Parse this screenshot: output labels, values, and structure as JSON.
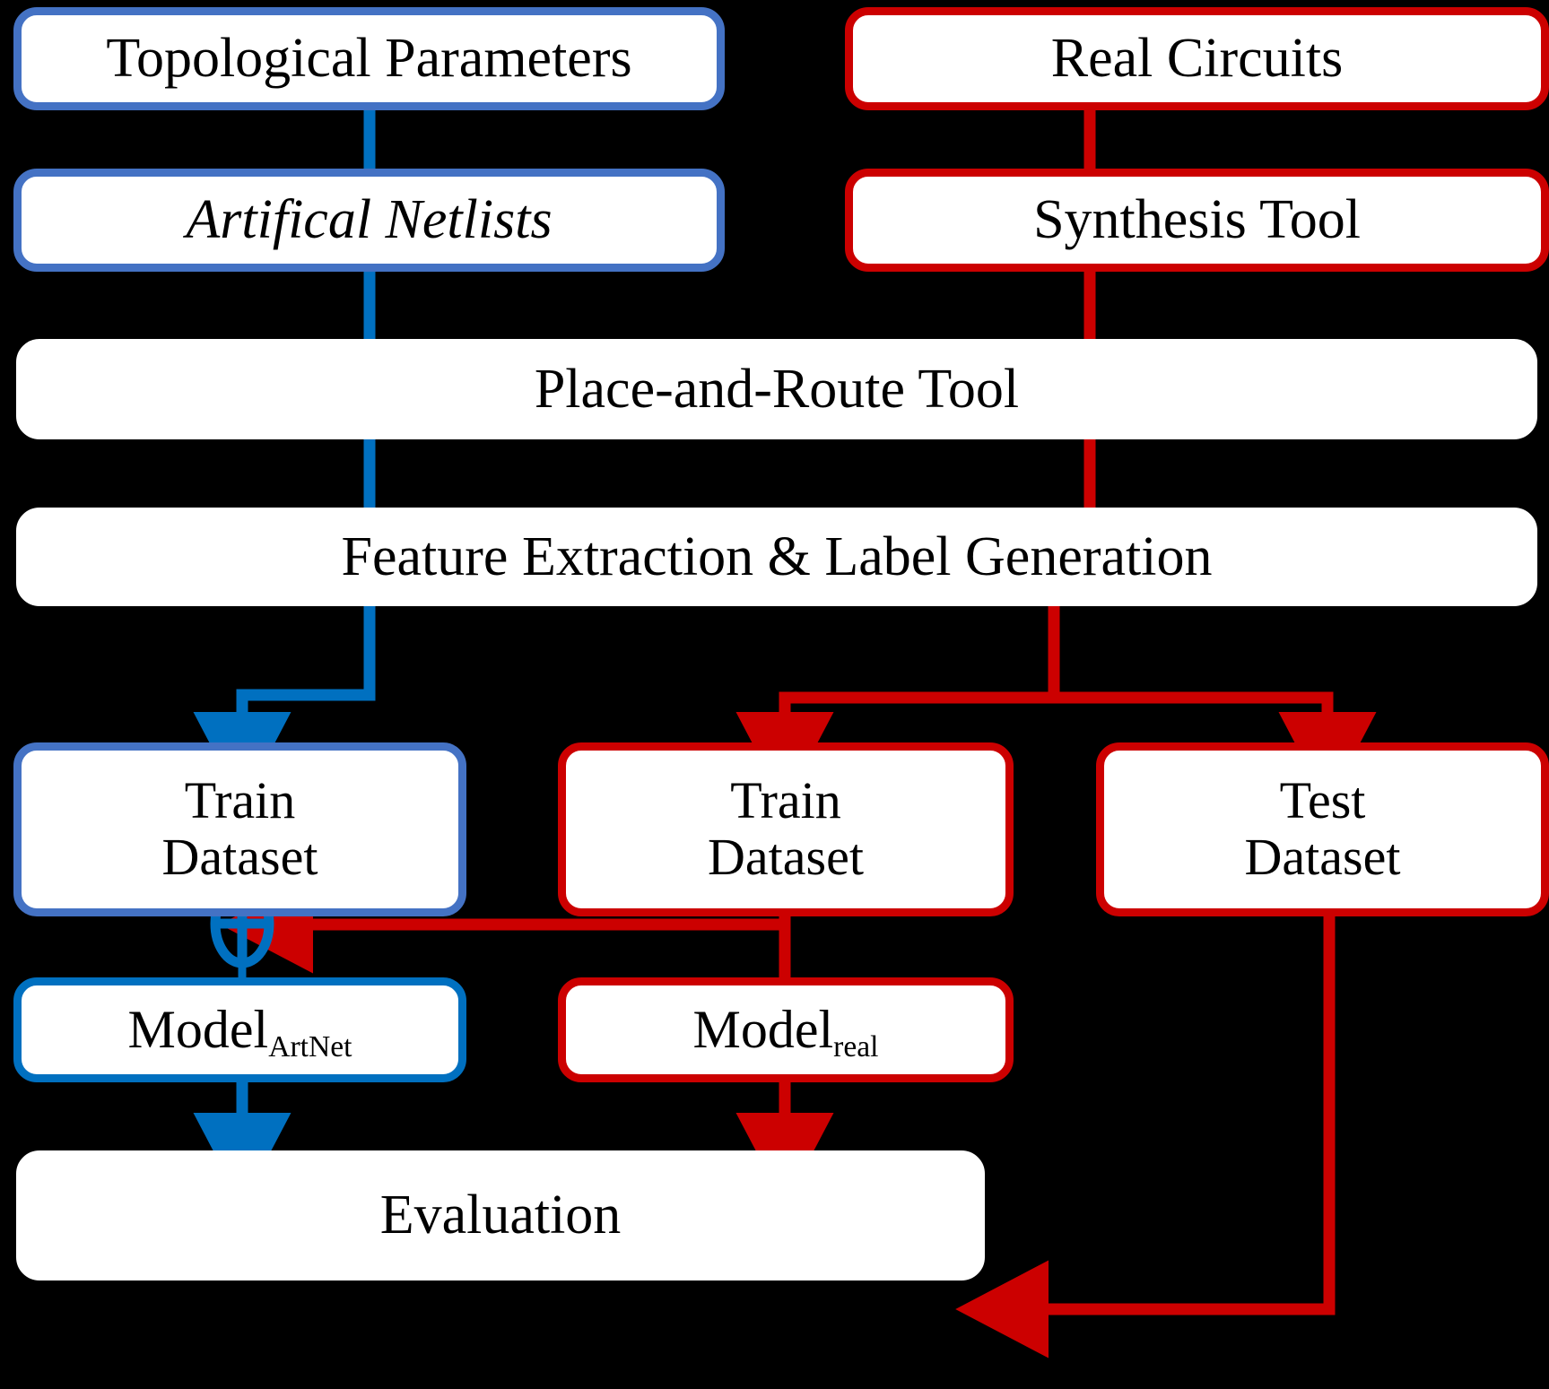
{
  "diagram": {
    "title": "ArtNet training and evaluation flow",
    "colors": {
      "background": "#000000",
      "node_fill": "#ffffff",
      "artificial_flow": "#4472c4",
      "artificial_line": "#0070c0",
      "real_flow": "#cc0000",
      "neutral_border": "#ffffff",
      "text": "#000000"
    },
    "nodes": [
      {
        "id": "topological-parameters",
        "label": "Topological Parameters",
        "style": "blue",
        "italic": false
      },
      {
        "id": "artifical-netlists",
        "label": "Artifical Netlists",
        "style": "blue",
        "italic": true
      },
      {
        "id": "real-circuits",
        "label": "Real Circuits",
        "style": "red",
        "italic": false
      },
      {
        "id": "synthesis-tool",
        "label": "Synthesis Tool",
        "style": "red",
        "italic": false
      },
      {
        "id": "place-and-route-tool",
        "label": "Place-and-Route Tool",
        "style": "white",
        "italic": false
      },
      {
        "id": "feature-extraction",
        "label": "Feature Extraction & Label Generation",
        "style": "white",
        "italic": false
      },
      {
        "id": "train-dataset-artificial",
        "line1": "Train",
        "line2": "Dataset",
        "style": "blue",
        "italic": false
      },
      {
        "id": "train-dataset-real",
        "line1": "Train",
        "line2": "Dataset",
        "style": "red",
        "italic": false
      },
      {
        "id": "test-dataset-real",
        "line1": "Test",
        "line2": "Dataset",
        "style": "red",
        "italic": false
      },
      {
        "id": "model-artnet",
        "base": "Model",
        "sub": "ArtNet",
        "style": "blue2",
        "italic": false
      },
      {
        "id": "model-real",
        "base": "Model",
        "sub": "real",
        "style": "red",
        "italic": false
      },
      {
        "id": "evaluation",
        "label": "Evaluation",
        "style": "white",
        "italic": false
      }
    ],
    "operators": [
      {
        "id": "combine-operator",
        "symbol": "⊕",
        "color": "#0070c0",
        "meaning": "merge artificial and real train datasets"
      }
    ],
    "edges": [
      {
        "from": "topological-parameters",
        "to": "artifical-netlists",
        "color": "#0070c0",
        "arrow": false
      },
      {
        "from": "artifical-netlists",
        "to": "place-and-route-tool",
        "color": "#0070c0",
        "arrow": false
      },
      {
        "from": "real-circuits",
        "to": "synthesis-tool",
        "color": "#cc0000",
        "arrow": false
      },
      {
        "from": "synthesis-tool",
        "to": "place-and-route-tool",
        "color": "#cc0000",
        "arrow": false
      },
      {
        "from": "place-and-route-tool",
        "to": "feature-extraction",
        "color": "#0070c0",
        "arrow": false
      },
      {
        "from": "place-and-route-tool",
        "to": "feature-extraction",
        "color": "#cc0000",
        "arrow": false
      },
      {
        "from": "feature-extraction",
        "to": "train-dataset-artificial",
        "color": "#0070c0",
        "arrow": true
      },
      {
        "from": "feature-extraction",
        "to": "train-dataset-real",
        "color": "#cc0000",
        "arrow": true
      },
      {
        "from": "feature-extraction",
        "to": "test-dataset-real",
        "color": "#cc0000",
        "arrow": true
      },
      {
        "from": "train-dataset-artificial",
        "to": "combine-operator",
        "color": "#0070c0",
        "arrow": false
      },
      {
        "from": "train-dataset-real",
        "to": "combine-operator",
        "color": "#cc0000",
        "arrow": true
      },
      {
        "from": "combine-operator",
        "to": "model-artnet",
        "color": "#0070c0",
        "arrow": false
      },
      {
        "from": "train-dataset-real",
        "to": "model-real",
        "color": "#cc0000",
        "arrow": false
      },
      {
        "from": "model-artnet",
        "to": "evaluation",
        "color": "#0070c0",
        "arrow": true
      },
      {
        "from": "model-real",
        "to": "evaluation",
        "color": "#cc0000",
        "arrow": true
      },
      {
        "from": "test-dataset-real",
        "to": "evaluation",
        "color": "#cc0000",
        "arrow": true
      }
    ]
  }
}
